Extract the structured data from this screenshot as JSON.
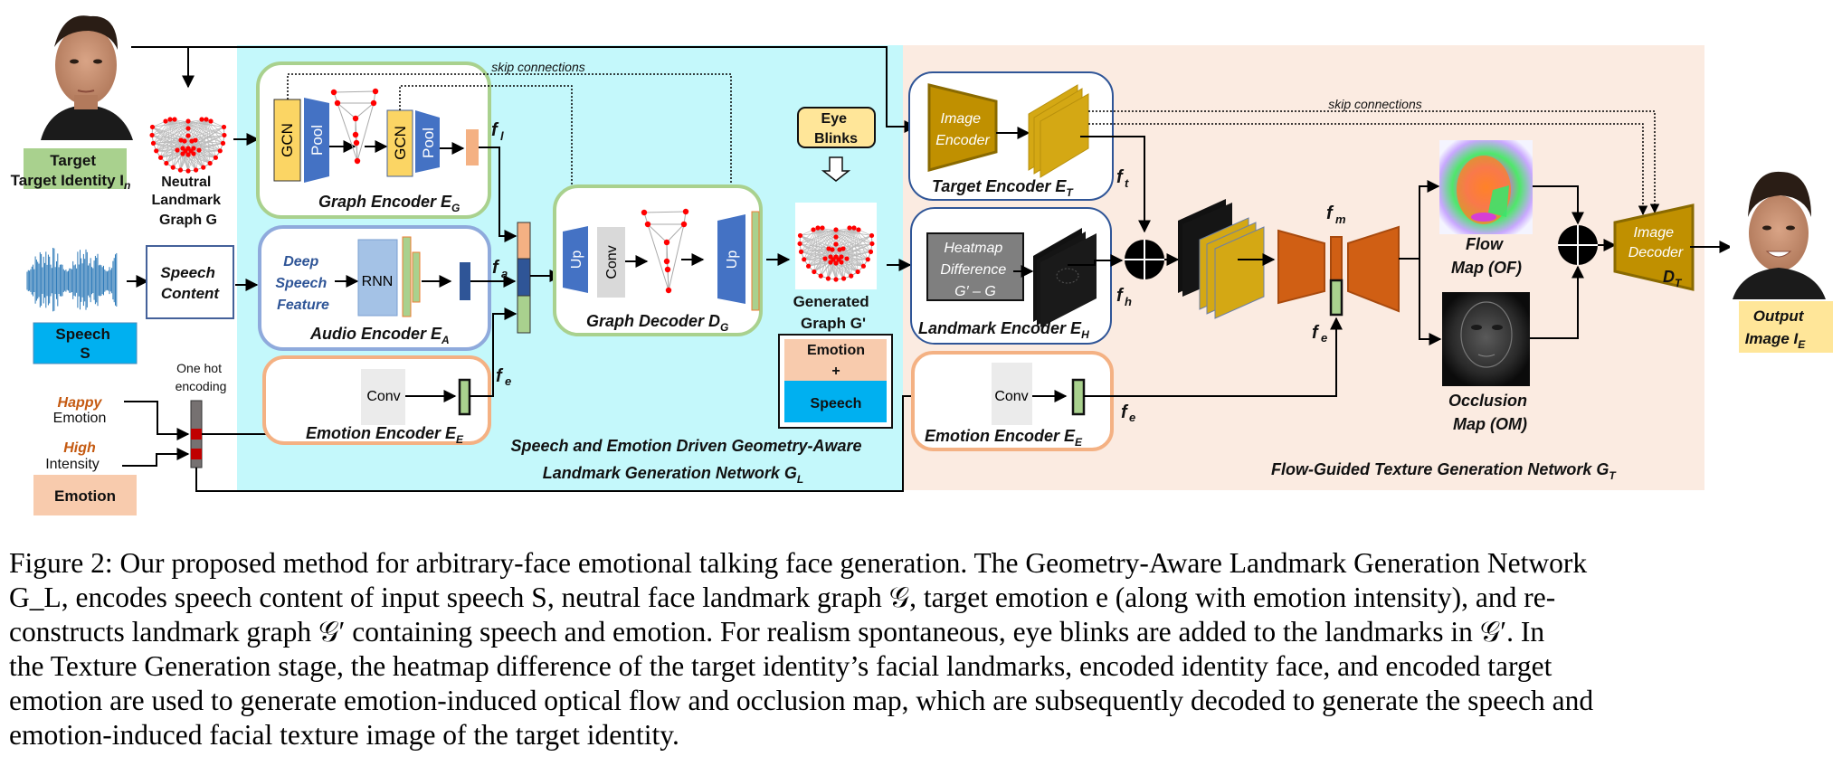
{
  "inputs": {
    "target_identity": "Target Identity I",
    "target_identity_sub": "n",
    "neutral_graph": [
      "Neutral",
      "Landmark",
      "Graph G"
    ],
    "speech": [
      "Speech",
      "S"
    ],
    "speech_content": [
      "Speech",
      "Content"
    ],
    "one_hot": [
      "One hot",
      "encoding"
    ],
    "happy": "Happy",
    "emotion_word": "Emotion",
    "high": "High",
    "intensity_word": "Intensity",
    "emotion_label": "Emotion"
  },
  "landmark_network": {
    "skip_label": "skip connections",
    "graph_encoder": {
      "title": "Graph Encoder E",
      "sub": "G",
      "gcn": "GCN",
      "pool": "Pool",
      "feature": "f",
      "feature_sub": "l"
    },
    "audio_encoder": {
      "title": "Audio Encoder  E",
      "sub": "A",
      "deep_speech": [
        "Deep",
        "Speech",
        "Feature"
      ],
      "rnn": "RNN",
      "feature": "f",
      "feature_sub": "a"
    },
    "emotion_encoder": {
      "title": "Emotion Encoder E",
      "sub": "E",
      "conv": "Conv",
      "feature": "f",
      "feature_sub": "e"
    },
    "graph_decoder": {
      "title": "Graph Decoder D",
      "sub": "G",
      "up": "Up",
      "conv": "Conv"
    },
    "eye_blinks": [
      "Eye",
      "Blinks"
    ],
    "generated_graph": [
      "Generated",
      "Graph G'"
    ],
    "legend": {
      "emotion": "Emotion",
      "plus": "+",
      "speech": "Speech"
    },
    "network_title": [
      "Speech and Emotion Driven Geometry-Aware",
      "Landmark Generation Network G"
    ],
    "network_sub": "L"
  },
  "texture_network": {
    "skip_label": "skip connections",
    "target_encoder": {
      "title": "Target Encoder E",
      "sub": "T",
      "image_encoder": [
        "Image",
        "Encoder"
      ],
      "feature": "f",
      "feature_sub": "t"
    },
    "landmark_encoder": {
      "title": "Landmark Encoder E",
      "sub": "H",
      "heatmap": [
        "Heatmap",
        "Difference",
        "G′ – G"
      ],
      "feature": "f",
      "feature_sub": "h"
    },
    "emotion_encoder": {
      "title": "Emotion Encoder E",
      "sub": "E",
      "conv": "Conv",
      "feature": "f",
      "feature_sub": "e"
    },
    "bottleneck": {
      "feature": "f",
      "feature_sub": "m",
      "fe": "f",
      "fe_sub": "e"
    },
    "flow_map": [
      "Flow",
      "Map (OF)"
    ],
    "occlusion_map": [
      "Occlusion",
      "Map (OM)"
    ],
    "image_decoder": [
      "Image",
      "Decoder"
    ],
    "decoder_label": "D",
    "decoder_sub": "T",
    "output": [
      "Output",
      "Image I"
    ],
    "output_sub": "E",
    "network_title": "Flow-Guided Texture Generation Network G",
    "network_sub": "T"
  },
  "colors": {
    "landmark_bg": "#c4f8fb",
    "texture_bg": "#fbebe1",
    "gcn": "#fbd564",
    "pool": "#4472c4",
    "green_box": "#a9d18e",
    "peach": "#f4b183",
    "speech_blue": "#00b0f0",
    "emotion_peach": "#f8cbad",
    "gold": "#c09000",
    "orange": "#d05f14",
    "landmark_red": "#ff0000"
  },
  "caption": {
    "lines": [
      "Figure 2: Our proposed method for arbitrary-face emotional talking face generation.  The Geometry-Aware Landmark Generation Network",
      "G_L, encodes speech content of input speech S, neutral face landmark graph 𝒢, target emotion e (along with emotion intensity), and re-",
      "constructs landmark graph 𝒢′ containing speech and emotion.  For realism spontaneous, eye blinks are added to the landmarks in 𝒢′.  In",
      "the Texture Generation stage, the heatmap difference of the target identity’s facial landmarks, encoded identity face, and encoded target",
      "emotion are used to generate emotion-induced optical flow and occlusion map, which are subsequently decoded to generate the speech and",
      "emotion-induced facial texture image of the target identity."
    ]
  }
}
